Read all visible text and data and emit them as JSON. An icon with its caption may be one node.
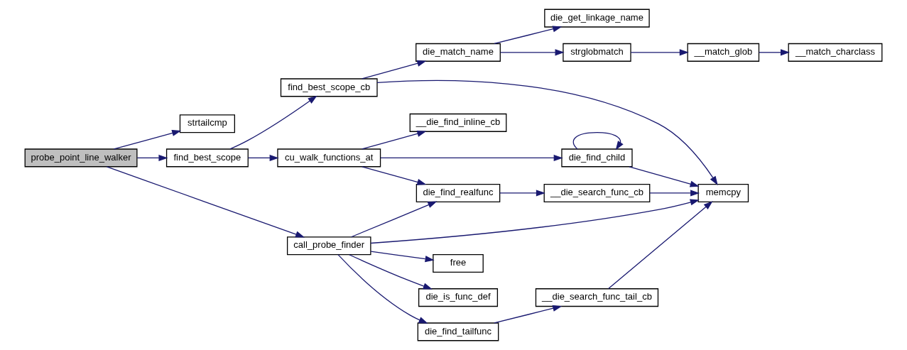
{
  "diagram": {
    "nodes": [
      {
        "text": [
          "probe_point_line_walker"
        ]
      },
      {
        "text": [
          "strtailcmp"
        ]
      },
      {
        "text": [
          "find_best_scope"
        ]
      },
      {
        "text": [
          "find_best_scope_cb"
        ]
      },
      {
        "text": [
          "die_match_name"
        ]
      },
      {
        "text": [
          "die_get_linkage_name"
        ]
      },
      {
        "text": [
          "strglobmatch"
        ]
      },
      {
        "text": [
          "__match_glob"
        ]
      },
      {
        "text": [
          "__match_charclass"
        ]
      },
      {
        "text": [
          "memcpy"
        ]
      },
      {
        "text": [
          "cu_walk_functions_at"
        ]
      },
      {
        "text": [
          "__die_find_inline_cb"
        ]
      },
      {
        "text": [
          "die_find_child"
        ]
      },
      {
        "text": [
          "die_find_realfunc"
        ]
      },
      {
        "text": [
          "__die_search_func_cb"
        ]
      },
      {
        "text": [
          "call_probe_finder"
        ]
      },
      {
        "text": [
          "free"
        ]
      },
      {
        "text": [
          "die_is_func_def"
        ]
      },
      {
        "text": [
          "die_find_tailfunc"
        ]
      },
      {
        "text": [
          "__die_search_func_tail_cb"
        ]
      }
    ],
    "edges": [
      {
        "from": 0,
        "to": 1,
        "arrow": "to"
      },
      {
        "from": 0,
        "to": 2,
        "arrow": "to"
      },
      {
        "from": 0,
        "to": 15,
        "arrow": "to"
      },
      {
        "from": 2,
        "to": 3,
        "arrow": "to"
      },
      {
        "from": 2,
        "to": 10,
        "arrow": "to"
      },
      {
        "from": 3,
        "to": 4,
        "arrow": "to"
      },
      {
        "from": 3,
        "to": 9,
        "arrow": "to"
      },
      {
        "from": 4,
        "to": 5,
        "arrow": "to"
      },
      {
        "from": 4,
        "to": 6,
        "arrow": "to"
      },
      {
        "from": 6,
        "to": 7,
        "arrow": "to"
      },
      {
        "from": 7,
        "to": 8,
        "arrow": "to"
      },
      {
        "from": 10,
        "to": 11,
        "arrow": "to"
      },
      {
        "from": 10,
        "to": 12,
        "arrow": "to"
      },
      {
        "from": 10,
        "to": 13,
        "arrow": "to"
      },
      {
        "from": 12,
        "to": 12,
        "arrow": "to"
      },
      {
        "from": 12,
        "to": 9,
        "arrow": "to"
      },
      {
        "from": 13,
        "to": 14,
        "arrow": "to"
      },
      {
        "from": 14,
        "to": 9,
        "arrow": "to"
      },
      {
        "from": 15,
        "to": 13,
        "arrow": "to"
      },
      {
        "from": 15,
        "to": 16,
        "arrow": "to"
      },
      {
        "from": 15,
        "to": 9,
        "arrow": "to"
      },
      {
        "from": 15,
        "to": 17,
        "arrow": "to"
      },
      {
        "from": 15,
        "to": 18,
        "arrow": "to"
      },
      {
        "from": 18,
        "to": 19,
        "arrow": "to"
      },
      {
        "from": 19,
        "to": 9,
        "arrow": "to"
      }
    ]
  }
}
